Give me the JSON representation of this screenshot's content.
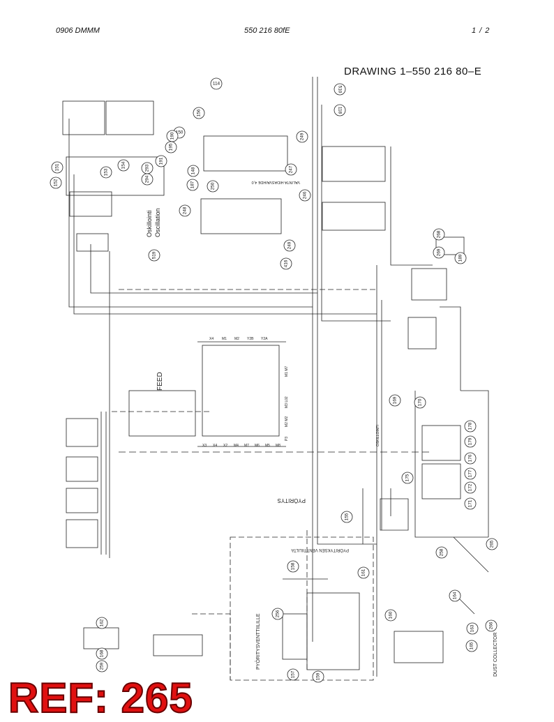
{
  "header": {
    "left": "0906 DMMM",
    "center": "550 216 80fE",
    "right": "1 /  2"
  },
  "drawing_title": "DRAWING  1–550 216 80–E",
  "ref_stamp": "REF: 265",
  "labels": {
    "feed": "FEED",
    "oscillation_fi": "Oskillointi",
    "oscillation_en": "Oscillation",
    "pyoritys": "PYÖRITYS",
    "pyoritys_valve": "PYÖRITYKSEN VENTTIILILTA",
    "pyoritys_to": "PYÖRITYSVENTTIILILLE",
    "dust_collector": "DUST COLLECTOR",
    "oskillointi": "OSKILLOINTI",
    "valinta": "VALINTA HIDASVAIHDE 4,0"
  },
  "callouts": [
    {
      "id": "c114",
      "text": "114"
    },
    {
      "id": "c510",
      "text": "510"
    },
    {
      "id": "c118",
      "text": "118"
    },
    {
      "id": "c156",
      "text": "156"
    },
    {
      "id": "c249a",
      "text": "249"
    },
    {
      "id": "c150",
      "text": "150"
    },
    {
      "id": "c151",
      "text": "151"
    },
    {
      "id": "c152",
      "text": "152"
    },
    {
      "id": "c153",
      "text": "153"
    },
    {
      "id": "c154",
      "text": "154"
    },
    {
      "id": "c293",
      "text": "293"
    },
    {
      "id": "c294",
      "text": "294"
    },
    {
      "id": "c191",
      "text": "191"
    },
    {
      "id": "c195",
      "text": "195"
    },
    {
      "id": "c190",
      "text": "190"
    },
    {
      "id": "c148",
      "text": "148"
    },
    {
      "id": "c187",
      "text": "187"
    },
    {
      "id": "c250",
      "text": "250"
    },
    {
      "id": "c248",
      "text": "248"
    },
    {
      "id": "c246",
      "text": "246"
    },
    {
      "id": "c247",
      "text": "247"
    },
    {
      "id": "c249b",
      "text": "249"
    },
    {
      "id": "c416",
      "text": "416"
    },
    {
      "id": "c519",
      "text": "519"
    },
    {
      "id": "c268",
      "text": "268"
    },
    {
      "id": "c269",
      "text": "269"
    },
    {
      "id": "c189",
      "text": "189"
    },
    {
      "id": "c169",
      "text": "169"
    },
    {
      "id": "c170",
      "text": "170"
    },
    {
      "id": "c178",
      "text": "178"
    },
    {
      "id": "c179",
      "text": "179"
    },
    {
      "id": "c176",
      "text": "176"
    },
    {
      "id": "c177",
      "text": "177"
    },
    {
      "id": "c175",
      "text": "175"
    },
    {
      "id": "c172",
      "text": "172"
    },
    {
      "id": "c171",
      "text": "171"
    },
    {
      "id": "c155",
      "text": "155"
    },
    {
      "id": "c158",
      "text": "158"
    },
    {
      "id": "c161",
      "text": "161"
    },
    {
      "id": "c160",
      "text": "160"
    },
    {
      "id": "c164",
      "text": "164"
    },
    {
      "id": "c265",
      "text": "265"
    },
    {
      "id": "c266",
      "text": "266"
    },
    {
      "id": "c258",
      "text": "258"
    },
    {
      "id": "c163",
      "text": "163"
    },
    {
      "id": "c165",
      "text": "165"
    },
    {
      "id": "c162",
      "text": "162"
    },
    {
      "id": "c168",
      "text": "168"
    },
    {
      "id": "c259",
      "text": "259"
    },
    {
      "id": "c256",
      "text": "256"
    },
    {
      "id": "c157",
      "text": "157"
    },
    {
      "id": "c159",
      "text": "159"
    }
  ],
  "ports": {
    "feed_top": [
      "X4",
      "M1",
      "M2",
      "Y2B",
      "Y2A"
    ],
    "feed_right": [
      "M1 M7",
      "M3 L02",
      "M2 M2",
      "P3"
    ],
    "feed_bottom": [
      "X3",
      "X4",
      "X2",
      "M4",
      "M7",
      "M6",
      "M5",
      "M8"
    ]
  }
}
